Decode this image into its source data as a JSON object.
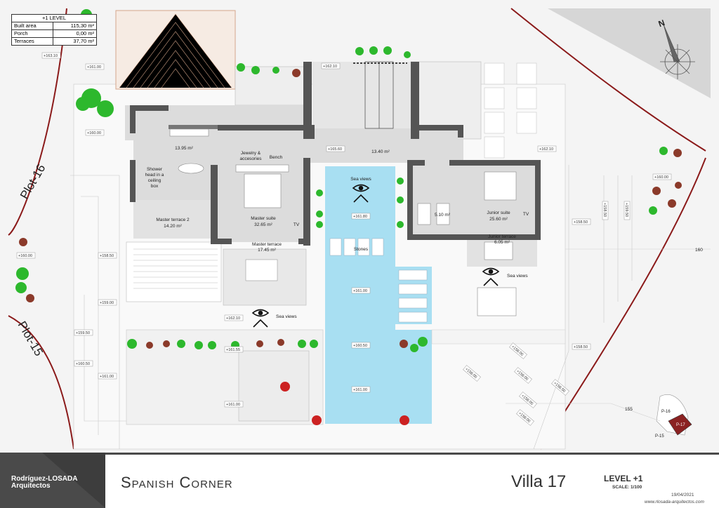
{
  "area_table": {
    "header": "+1 LEVEL",
    "rows": [
      {
        "label": "Built area",
        "value": "115,30 m²"
      },
      {
        "label": "Porch",
        "value": "0,00 m²"
      },
      {
        "label": "Terraces",
        "value": "37,70 m²"
      }
    ]
  },
  "plots": {
    "left_upper": "Plot-16",
    "left_lower": "Plot-15"
  },
  "rooms": {
    "hall_left": "13.95 m²",
    "jewelry_line1": "Jewelry &",
    "jewelry_line2": "accesories",
    "bench": "Bench",
    "shower_line1": "Shower",
    "shower_line2": "head in a",
    "shower_line3": "ceiling",
    "shower_line4": "box",
    "hall_right": "13.40 m²",
    "master_terrace2_name": "Master terrace 2",
    "master_terrace2_area": "14.20 m²",
    "master_suite_name": "Master suite",
    "master_suite_area": "32.65 m²",
    "tv_left": "TV",
    "master_terrace_name": "Master terrace",
    "master_terrace_area": "17.45 m²",
    "bath_right": "5.10 m²",
    "junior_suite_name": "Junior suite",
    "junior_suite_area": "25.60 m²",
    "tv_right": "TV",
    "junior_terrace_name": "Junior terrace",
    "junior_terrace_area": "6.05 m²",
    "stones": "Stones"
  },
  "sea_views": {
    "pool": "Sea views",
    "right": "Sea views",
    "lower": "Sea views"
  },
  "levels": {
    "l1": "+163.10",
    "l2": "+161.00",
    "l3": "+160.00",
    "l4": "+162.10",
    "l5": "+165.60",
    "l6": "+162.10",
    "l7": "+161.80",
    "l8": "+160.00",
    "l9": "+158.50",
    "l10": "+160.00",
    "l11": "+158.50",
    "l12": "+159.00",
    "l13": "+159.50",
    "l14": "+160.50",
    "l15": "+161.00",
    "l16": "+162.10",
    "l17": "+161.55",
    "l18": "+161.00",
    "l19": "+161.00",
    "l20": "+160.50",
    "l21": "+161.00",
    "l22": "+158.50",
    "l23": "+158.50",
    "l24": "+158.00",
    "l25": "+158.00",
    "l26": "+158.50",
    "l27": "+158.00",
    "l28": "+158.00",
    "l29": "+159.50",
    "l30": "+158.00"
  },
  "contours": {
    "c160": "160",
    "c155": "155"
  },
  "north": "N",
  "keymap": {
    "p16": "P-16",
    "p17": "P-17",
    "p15": "P-15"
  },
  "footer": {
    "logo_line1": "Rodríguez-LOSADA",
    "logo_line2": "Arquitectos",
    "project": "Spanish Corner",
    "villa": "Villa 17",
    "level": "LEVEL +1",
    "scale": "SCALE: 1/100",
    "date": "19/04/2021",
    "web": "www.rlosada-arquitectos.com"
  },
  "colors": {
    "wall": "#555555",
    "pool": "#a8dff2",
    "paving": "#dcdcdc",
    "plot_line": "#8b1a1a",
    "palm": "#2db82d"
  }
}
